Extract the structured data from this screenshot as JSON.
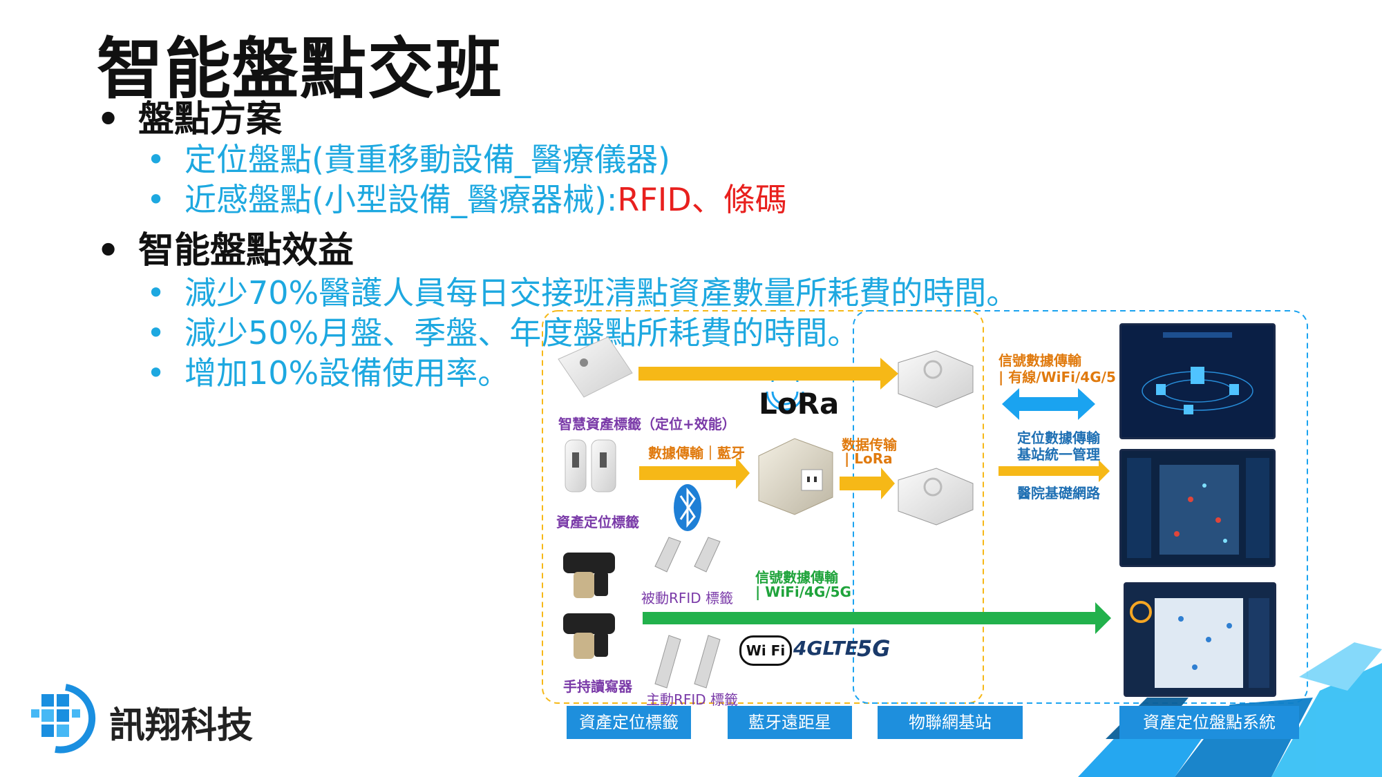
{
  "title": "智能盤點交班",
  "section1": {
    "heading": "盤點方案",
    "items": [
      {
        "text": "定位盤點(貴重移動設備_醫療儀器)",
        "highlight": ""
      },
      {
        "text": "近感盤點(小型設備_醫療器械):",
        "highlight": "RFID、條碼"
      }
    ]
  },
  "section2": {
    "heading": "智能盤點效益",
    "items": [
      "減少70%醫護人員每日交接班清點資產數量所耗費的時間。",
      "減少50%月盤、季盤、年度盤點所耗費的時間。",
      "增加10%設備使用率。"
    ]
  },
  "diagram": {
    "lora_logo": "LoRa",
    "labels": {
      "smart_tag": "智慧資產標籤（定位+效能）",
      "asset_tag": "資產定位標籤",
      "bt_transfer": "數據傳輸｜藍牙",
      "lora_transfer_1": "数据传输",
      "lora_transfer_2": "| LoRa",
      "signal_wired_1": "信號數據傳輸",
      "signal_wired_2": "| 有線/WiFi/4G/5",
      "manage_1": "定位數據傳輸",
      "manage_2": "基站統一管理",
      "hospital_net": "醫院基礎網路",
      "passive_rfid": "被動RFID 標籤",
      "active_rfid": "主動RFID 標籤",
      "handheld": "手持讀寫器",
      "wifi_1": "信號數據傳輸",
      "wifi_2": "| WiFi/4G/5G",
      "wifi_logo": "Wi Fi",
      "lte_logo": "4GLTE",
      "fiveg_logo": "5G"
    },
    "bottom": [
      "資產定位標籤",
      "藍牙遠距星",
      "物聯網基站",
      "資產定位盤點系統"
    ]
  },
  "logo": {
    "name": "訊翔科技"
  },
  "colors": {
    "accent_blue": "#1da8e0",
    "red": "#e8201e",
    "orange_arrow": "#f6b817",
    "green_arrow": "#22b14c",
    "blue_arrow": "#1aa3f0"
  }
}
